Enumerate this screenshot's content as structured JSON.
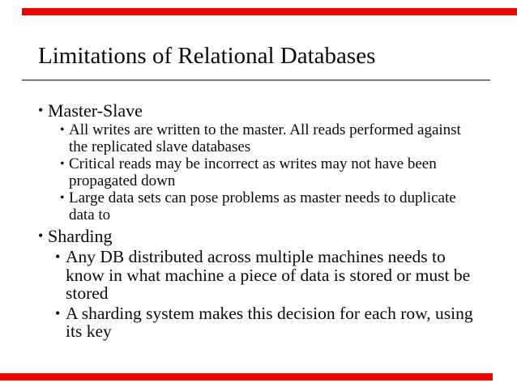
{
  "theme": {
    "accent_red": "#ee0000",
    "rule_gray": "#7b7b7b",
    "text_color": "#0a0a0a",
    "background": "#ffffff"
  },
  "glyphs": {
    "bullet": "•"
  },
  "slide": {
    "title": "Limitations of Relational Databases",
    "section1": {
      "heading": "Master-Slave",
      "items": [
        {
          "line1": "All writes are written to the master. All reads performed against",
          "line2": "the replicated slave databases"
        },
        {
          "line1": "Critical reads may be incorrect as writes may not have been",
          "line2": "propagated down"
        },
        {
          "line1": "Large data sets can pose problems as master needs to duplicate",
          "line2": "data to"
        }
      ]
    },
    "section2": {
      "heading": "Sharding",
      "items": [
        {
          "line1": "Any DB distributed across multiple machines needs to",
          "line2": "know in what machine a piece of data is stored or must be",
          "line3": "stored"
        },
        {
          "line1": "A sharding system makes this decision for each row, using",
          "line2": "its key"
        }
      ]
    }
  }
}
